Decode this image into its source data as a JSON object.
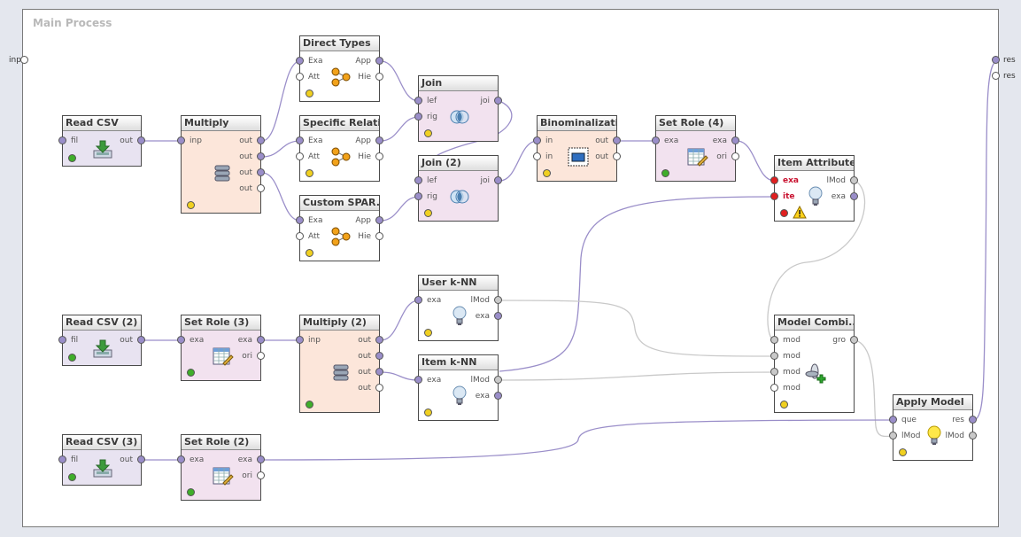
{
  "process": {
    "title": "Main Process"
  },
  "external_ports": {
    "input": "inp",
    "result_1": "res",
    "result_2": "res"
  },
  "colors": {
    "example_set": "#9a8ec9",
    "model": "#c9c9c9",
    "status_ok": "#3fae2a",
    "status_idle": "#f0d020",
    "status_error": "#e02020"
  },
  "operators": {
    "read_csv_1": {
      "title": "Read CSV",
      "ports": [
        "fil",
        "out"
      ]
    },
    "read_csv_2": {
      "title": "Read CSV (2)",
      "ports": [
        "fil",
        "out"
      ]
    },
    "read_csv_3": {
      "title": "Read CSV (3)",
      "ports": [
        "fil",
        "out"
      ]
    },
    "multiply_1": {
      "title": "Multiply",
      "ports": [
        "inp",
        "out",
        "out",
        "out",
        "out"
      ]
    },
    "direct_types": {
      "title": "Direct Types",
      "ports": [
        "Exa",
        "Att",
        "App",
        "Hie"
      ]
    },
    "specific_relations": {
      "title": "Specific Relati...",
      "ports": [
        "Exa",
        "Att",
        "App",
        "Hie"
      ]
    },
    "custom_sparql": {
      "title": "Custom SPAR...",
      "ports": [
        "Exa",
        "Att",
        "App",
        "Hie"
      ]
    },
    "join_1": {
      "title": "Join",
      "ports": [
        "lef",
        "rig",
        "joi"
      ]
    },
    "join_2": {
      "title": "Join (2)",
      "ports": [
        "lef",
        "rig",
        "joi"
      ]
    },
    "binominalization": {
      "title": "Binominalization",
      "ports": [
        "in",
        "in",
        "out",
        "out"
      ]
    },
    "set_role_4": {
      "title": "Set Role (4)",
      "ports": [
        "exa",
        "exa",
        "ori"
      ]
    },
    "item_attribute": {
      "title": "Item Attribute...",
      "ports": [
        "exa",
        "ite",
        "lMod",
        "exa"
      ]
    },
    "set_role_3": {
      "title": "Set Role (3)",
      "ports": [
        "exa",
        "exa",
        "ori"
      ]
    },
    "multiply_2": {
      "title": "Multiply (2)",
      "ports": [
        "inp",
        "out",
        "out",
        "out",
        "out"
      ]
    },
    "user_knn": {
      "title": "User k-NN",
      "ports": [
        "exa",
        "lMod",
        "exa"
      ]
    },
    "item_knn": {
      "title": "Item k-NN",
      "ports": [
        "exa",
        "lMod",
        "exa"
      ]
    },
    "model_combiner": {
      "title": "Model Combi...",
      "ports": [
        "mod",
        "mod",
        "mod",
        "mod",
        "gro"
      ]
    },
    "set_role_2": {
      "title": "Set Role (2)",
      "ports": [
        "exa",
        "exa",
        "ori"
      ]
    },
    "apply_model": {
      "title": "Apply Model",
      "ports": [
        "que",
        "lMod",
        "res",
        "lMod"
      ]
    }
  }
}
